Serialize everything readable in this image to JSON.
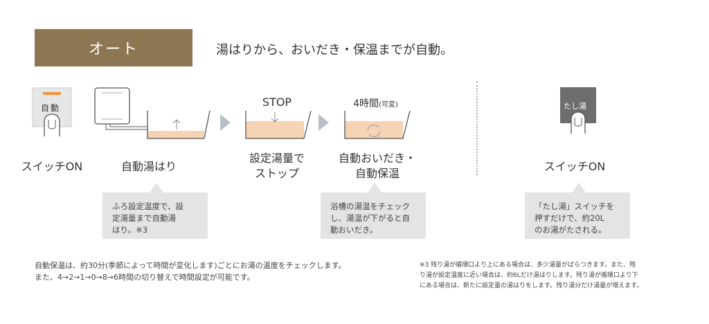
{
  "header": {
    "mode": "オート",
    "headline": "湯はりから、おいだき・保温までが自動。"
  },
  "steps": [
    {
      "label": "スイッチON",
      "button_text": "自動"
    },
    {
      "label": "自動湯はり"
    },
    {
      "top": "STOP",
      "label_lines": [
        "設定湯量で",
        "ストップ"
      ]
    },
    {
      "top_main": "4時間",
      "top_sub": "(可変)",
      "label_lines": [
        "自動おいだき・",
        "自動保温"
      ]
    },
    {
      "label": "スイッチON",
      "button_text": "たし湯"
    }
  ],
  "callouts": [
    [
      "ふろ設定温度で、設",
      "定湯量まで自動湯",
      "はり。※3"
    ],
    [
      "浴槽の湯温をチェック",
      "し、湯温が下がると自",
      "動おいだき。"
    ],
    [
      "「たし湯」スイッチを",
      "押すだけで、約20L",
      "のお湯がたされる。"
    ]
  ],
  "footnotes": {
    "left": [
      "自動保温は、約30分(季節によって時間が変化します)ごとにお湯の温度をチェックします。",
      "また、4→2→1→0→8→6時間の切り替えで時間設定が可能です。"
    ],
    "right": [
      "※3 残り湯が循環口より上にある場合は、多少湯量がばらつきます。また、残",
      "り湯が設定温度に近い場合は、約6Lだけ湯はりします。残り湯が循環口より下",
      "にある場合は、新たに設定量の湯はりをします。残り湯分だけ湯量が増えます。"
    ]
  },
  "colors": {
    "banner": "#8d7753",
    "water": "#f6d3b4",
    "callout": "#e3e4e6",
    "arrow": "#b8bec8"
  }
}
